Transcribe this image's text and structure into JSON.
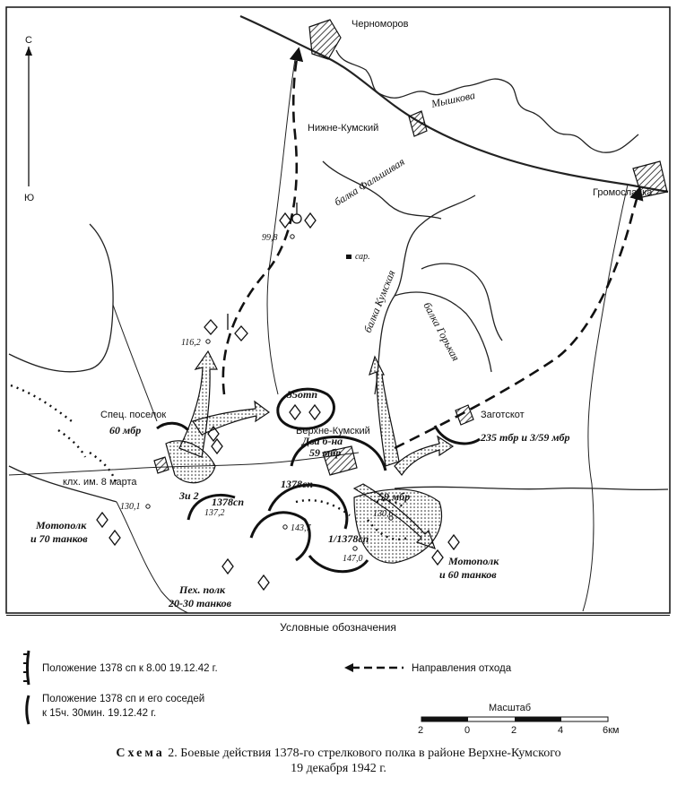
{
  "compass": {
    "north": "С",
    "south": "Ю"
  },
  "settlements": {
    "chernomorov": "Черноморов",
    "nizhne_kumsky": "Нижне-Кумский",
    "gromoslavka": "Громославка",
    "spets_poselok": "Спец. поселок",
    "verkhne_kumsky": "Верхне-Кумский",
    "zagotskot": "Заготскот",
    "klkh_8_marta": "клх. им. 8 марта",
    "sar": "сар."
  },
  "rivers": {
    "myshkova": "Мышкова",
    "balka_falshivaya": "балка Фальшивая",
    "balka_kumskaya": "балка Кумская",
    "balka_gorkaya": "балка Горькая"
  },
  "heights": {
    "h99_8": "99,8",
    "h116_2": "116,2",
    "h130_1": "130,1",
    "h137_2": "137,2",
    "h143_7": "143,7",
    "h147_0": "147,0",
    "h130_6": "130,6"
  },
  "units": {
    "u55otp": "55отп",
    "u60mbr": "60 мбр",
    "u59mbr_a": "Два б-на",
    "u59mbr_b": "59 мбр",
    "u1378a": "1378сп",
    "u1378_2": "3и 2",
    "u1378_2b": "1378сп",
    "u1378_1": "1/1378сп",
    "u59mbr_c": "59 мбр",
    "u235": "235 тбр и 3/59 мбр",
    "enemy_motopolk_70a": "Мотополк",
    "enemy_motopolk_70b": "и 70 танков",
    "enemy_pekh_a": "Пех. полк",
    "enemy_pekh_b": "20-30 танков",
    "enemy_motopolk_60a": "Мотополк",
    "enemy_motopolk_60b": "и 60 танков"
  },
  "legend": {
    "title": "Условные обозначения",
    "position_8": "Положение 1378 сп к 8.00 19.12.42 г.",
    "retreat": "Направления отхода",
    "position_15a": "Положение 1378 сп и его соседей",
    "position_15b": "к 15ч. 30мин. 19.12.42 г."
  },
  "scale": {
    "title": "Масштаб",
    "ticks": [
      "2",
      "0",
      "2",
      "4",
      "6км"
    ]
  },
  "caption": {
    "prefix": "Схема",
    "text_a": " 2. Боевые действия 1378-го стрелкового полка в районе Верхне-Кумского",
    "text_b": "19 декабря 1942 г."
  }
}
